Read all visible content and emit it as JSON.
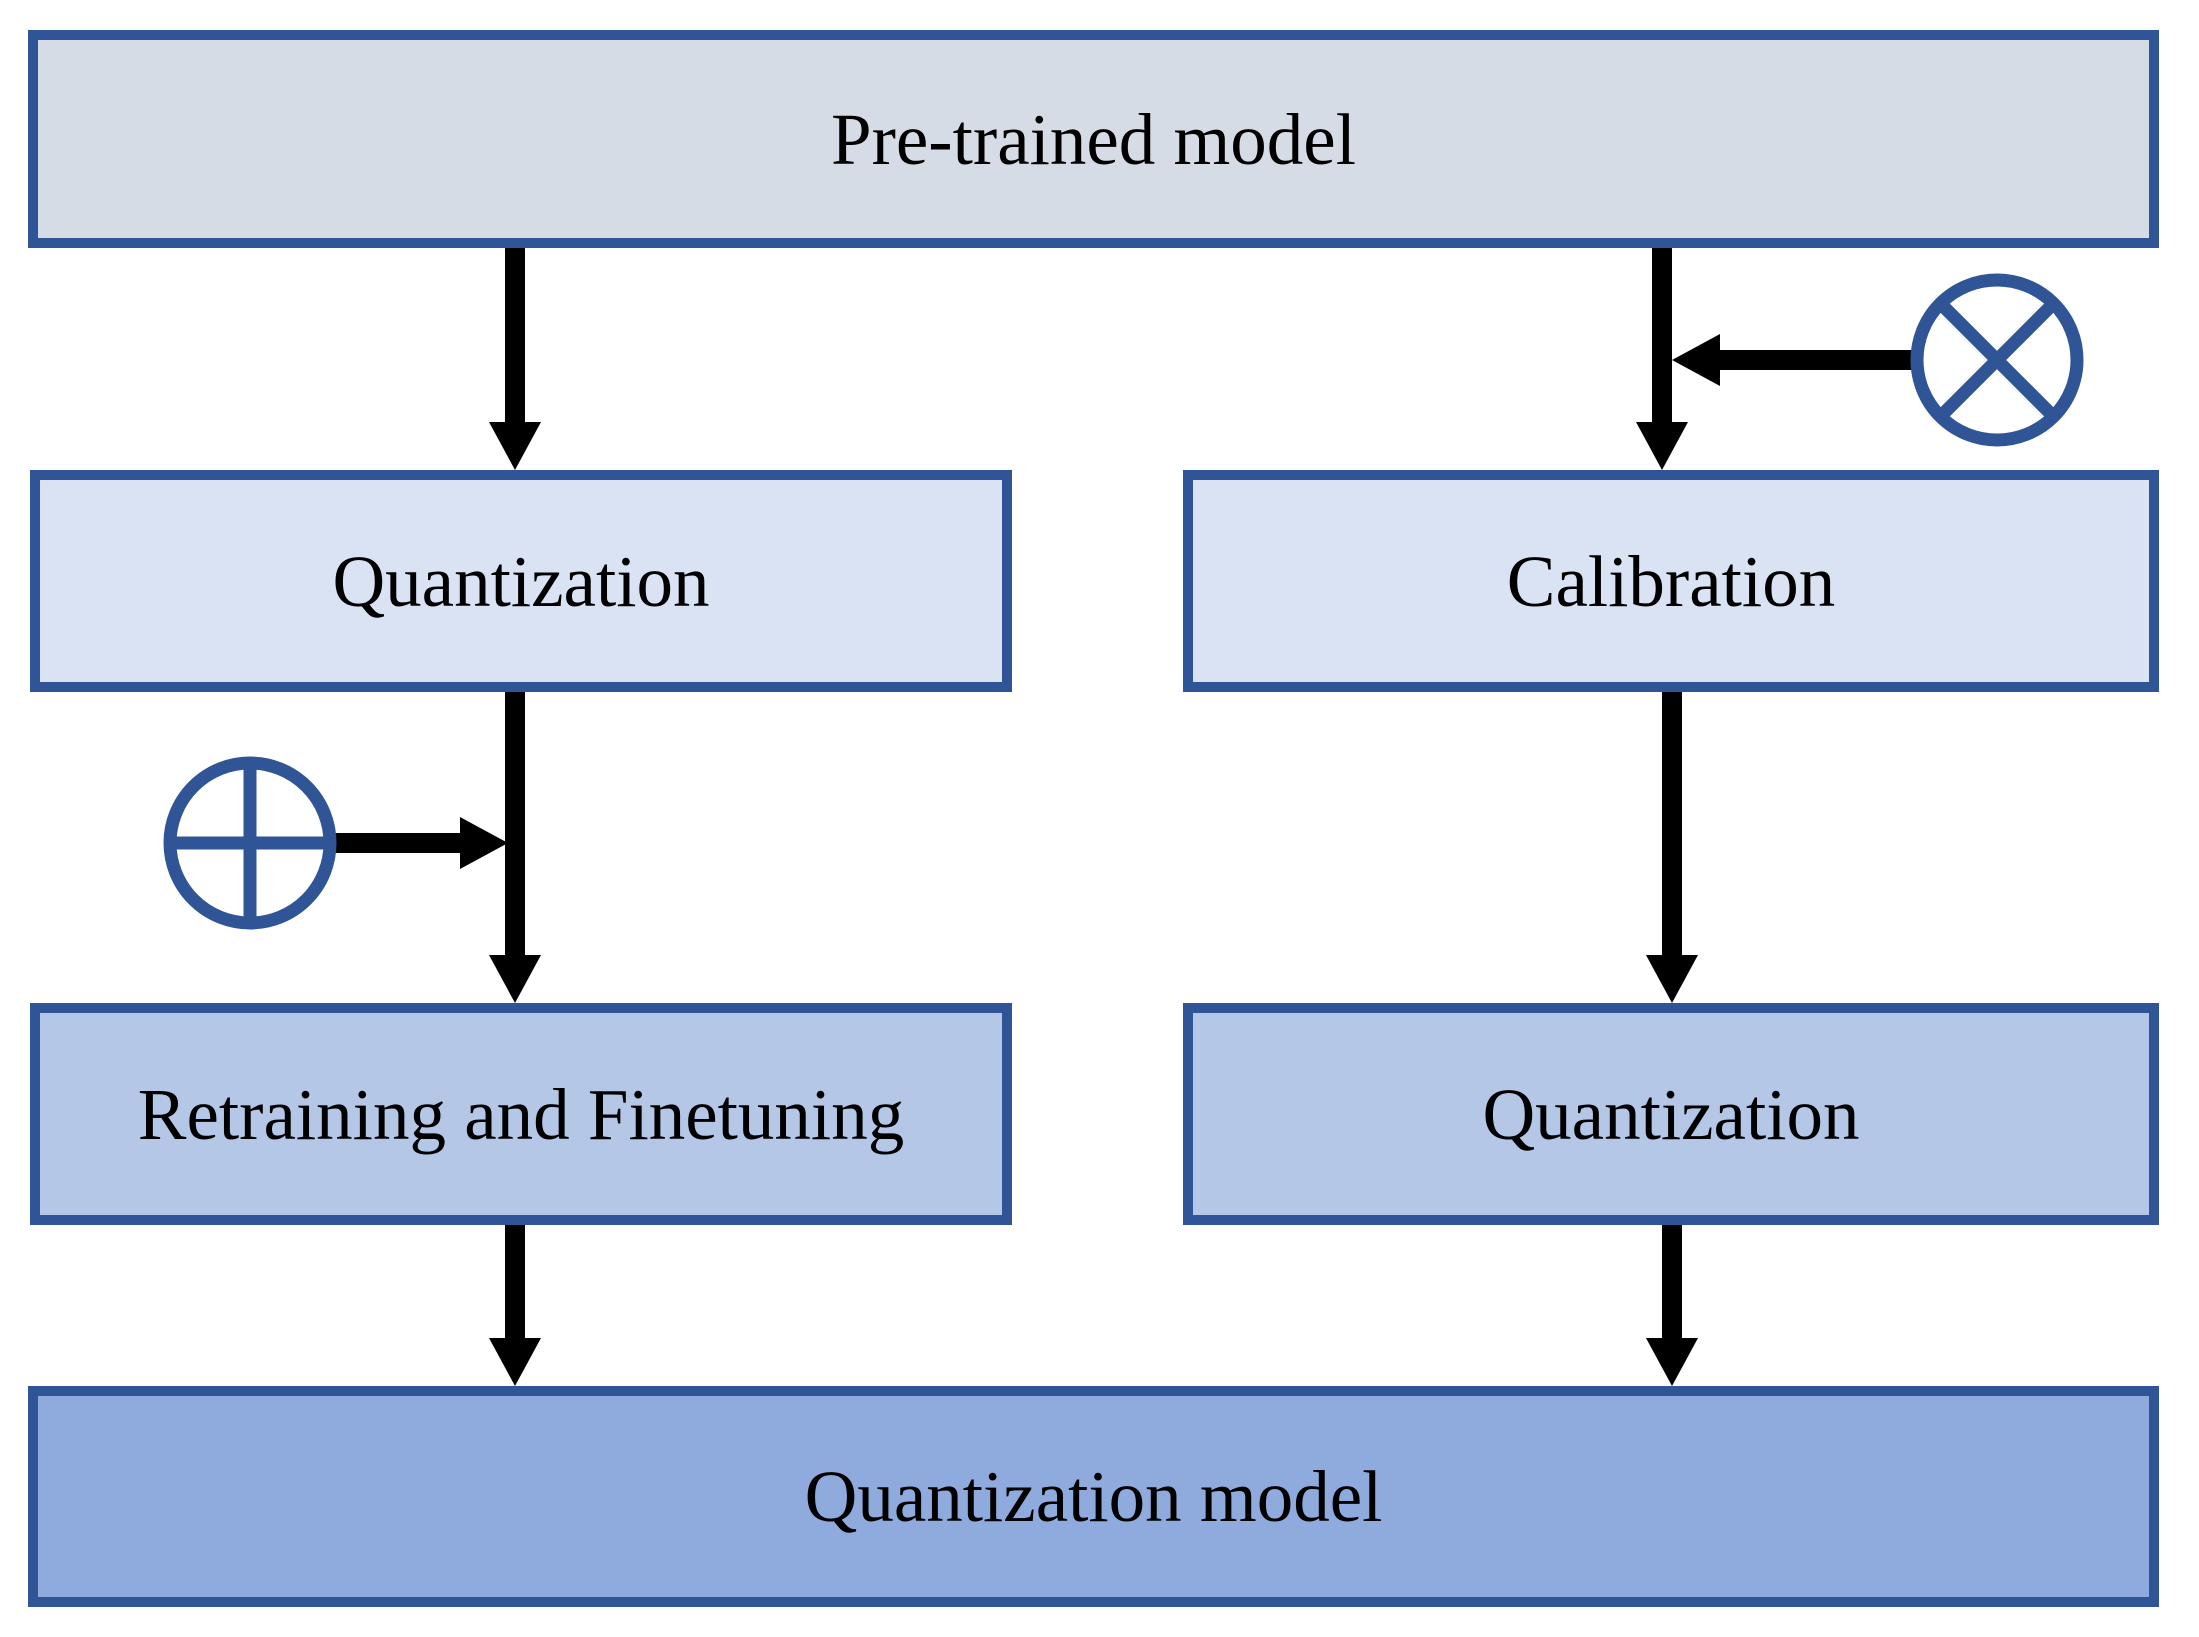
{
  "diagram": {
    "nodes": {
      "pretrained": {
        "label": "Pre-trained model"
      },
      "quantization_left": {
        "label": "Quantization"
      },
      "calibration": {
        "label": "Calibration"
      },
      "retraining": {
        "label": "Retraining and Finetuning"
      },
      "quantization_right": {
        "label": "Quantization"
      },
      "quantization_model": {
        "label": "Quantization model"
      }
    },
    "icons": {
      "circle_plus": "circle-plus-operator (⊕)",
      "circle_times": "circle-times-operator (⊗)"
    },
    "colors": {
      "border": "#2F5597",
      "fill_level1": "#D6DCE5",
      "fill_level2": "#DAE3F3",
      "fill_level3": "#B4C7E7",
      "fill_level4": "#8FAADC",
      "arrow": "#000000",
      "text": "#000000"
    }
  }
}
